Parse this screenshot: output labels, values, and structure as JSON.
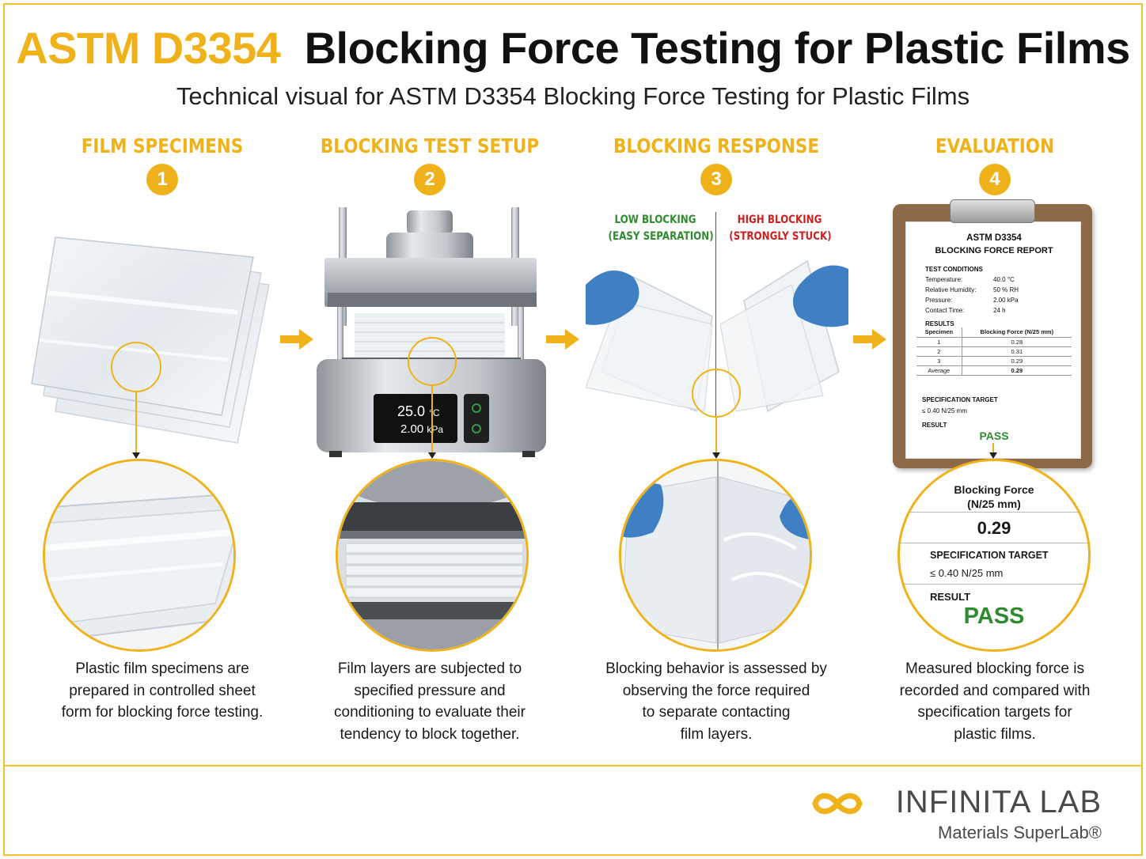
{
  "title": {
    "accent": "ASTM D3354",
    "main": "Blocking Force Testing for Plastic Films"
  },
  "subtitle": "Technical visual for ASTM D3354 Blocking Force Testing for Plastic Films",
  "steps": [
    {
      "number": "1",
      "title": "FILM SPECIMENS",
      "caption_lines": [
        "Plastic film specimens are",
        "prepared in controlled sheet",
        "form for blocking force testing."
      ]
    },
    {
      "number": "2",
      "title": "BLOCKING TEST SETUP",
      "caption_lines": [
        "Film layers are subjected to",
        "specified pressure and",
        "conditioning to evaluate their",
        "tendency to block together."
      ],
      "display": {
        "temperature": "25.0",
        "temperature_unit": "°C",
        "pressure": "2.00",
        "pressure_unit": "kPa"
      }
    },
    {
      "number": "3",
      "title": "BLOCKING RESPONSE",
      "caption_lines": [
        "Blocking behavior is assessed by",
        "observing the force required",
        "to separate contacting",
        "film layers."
      ],
      "low_label": [
        "LOW BLOCKING",
        "(EASY SEPARATION)"
      ],
      "high_label": [
        "HIGH BLOCKING",
        "(STRONGLY STUCK)"
      ]
    },
    {
      "number": "4",
      "title": "EVALUATION",
      "caption_lines": [
        "Measured blocking force is",
        "recorded and compared with",
        "specification targets for",
        "plastic films."
      ]
    }
  ],
  "report": {
    "title": "ASTM D3354",
    "subtitle": "BLOCKING FORCE REPORT",
    "conditions_heading": "TEST CONDITIONS",
    "conditions": [
      {
        "label": "Temperature:",
        "value": "40.0 °C"
      },
      {
        "label": "Relative Humidity:",
        "value": "50 % RH"
      },
      {
        "label": "Pressure:",
        "value": "2.00 kPa"
      },
      {
        "label": "Contact Time:",
        "value": "24 h"
      }
    ],
    "results_heading": "RESULTS",
    "table_headers": [
      "Specimen",
      "Blocking Force (N/25 mm)"
    ],
    "rows": [
      [
        "1",
        "0.28"
      ],
      [
        "2",
        "0.31"
      ],
      [
        "3",
        "0.29"
      ],
      [
        "Average",
        "0.29"
      ]
    ],
    "spec_heading": "SPECIFICATION TARGET",
    "spec_value": "≤ 0.40 N/25 mm",
    "result_heading": "RESULT",
    "result_value": "PASS"
  },
  "zoom_eval": {
    "force_label_1": "Blocking Force",
    "force_label_2": "(N/25 mm)",
    "force_value": "0.29",
    "spec_heading": "SPECIFICATION TARGET",
    "spec_value": "≤ 0.40 N/25 mm",
    "result_heading": "RESULT",
    "result_value": "PASS"
  },
  "logo": {
    "name": "INFINITA LAB",
    "tagline": "Materials SuperLab®"
  },
  "colors": {
    "accent": "#f0b21a",
    "pass": "#2e8b2e",
    "low": "#2e8b2e",
    "high": "#cc1f1f",
    "glove": "#3f7fc4"
  }
}
